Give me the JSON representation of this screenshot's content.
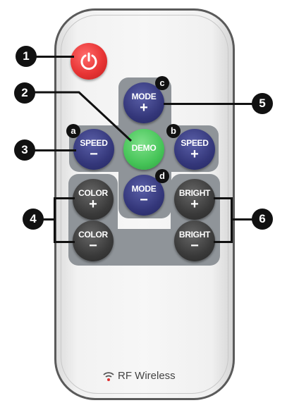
{
  "remote": {
    "brand_text": "RF Wireless",
    "colors": {
      "power": "#e83535",
      "mode": "#34377a",
      "demo": "#45c457",
      "dark": "#3a3a3a",
      "panel": "#8f9499"
    }
  },
  "buttons": {
    "power": {
      "icon": "power-icon"
    },
    "mode_up": {
      "label": "MODE",
      "symbol": "+"
    },
    "mode_down": {
      "label": "MODE",
      "symbol": "−"
    },
    "speed_down": {
      "label": "SPEED",
      "symbol": "−"
    },
    "speed_up": {
      "label": "SPEED",
      "symbol": "+"
    },
    "demo": {
      "label": "DEMO"
    },
    "color_up": {
      "label": "COLOR",
      "symbol": "+"
    },
    "color_down": {
      "label": "COLOR",
      "symbol": "−"
    },
    "bright_up": {
      "label": "BRIGHT",
      "symbol": "+"
    },
    "bright_down": {
      "label": "BRIGHT",
      "symbol": "−"
    }
  },
  "callouts": {
    "numbers": [
      "1",
      "2",
      "3",
      "4",
      "5",
      "6"
    ],
    "letters": [
      "a",
      "b",
      "c",
      "d"
    ]
  }
}
